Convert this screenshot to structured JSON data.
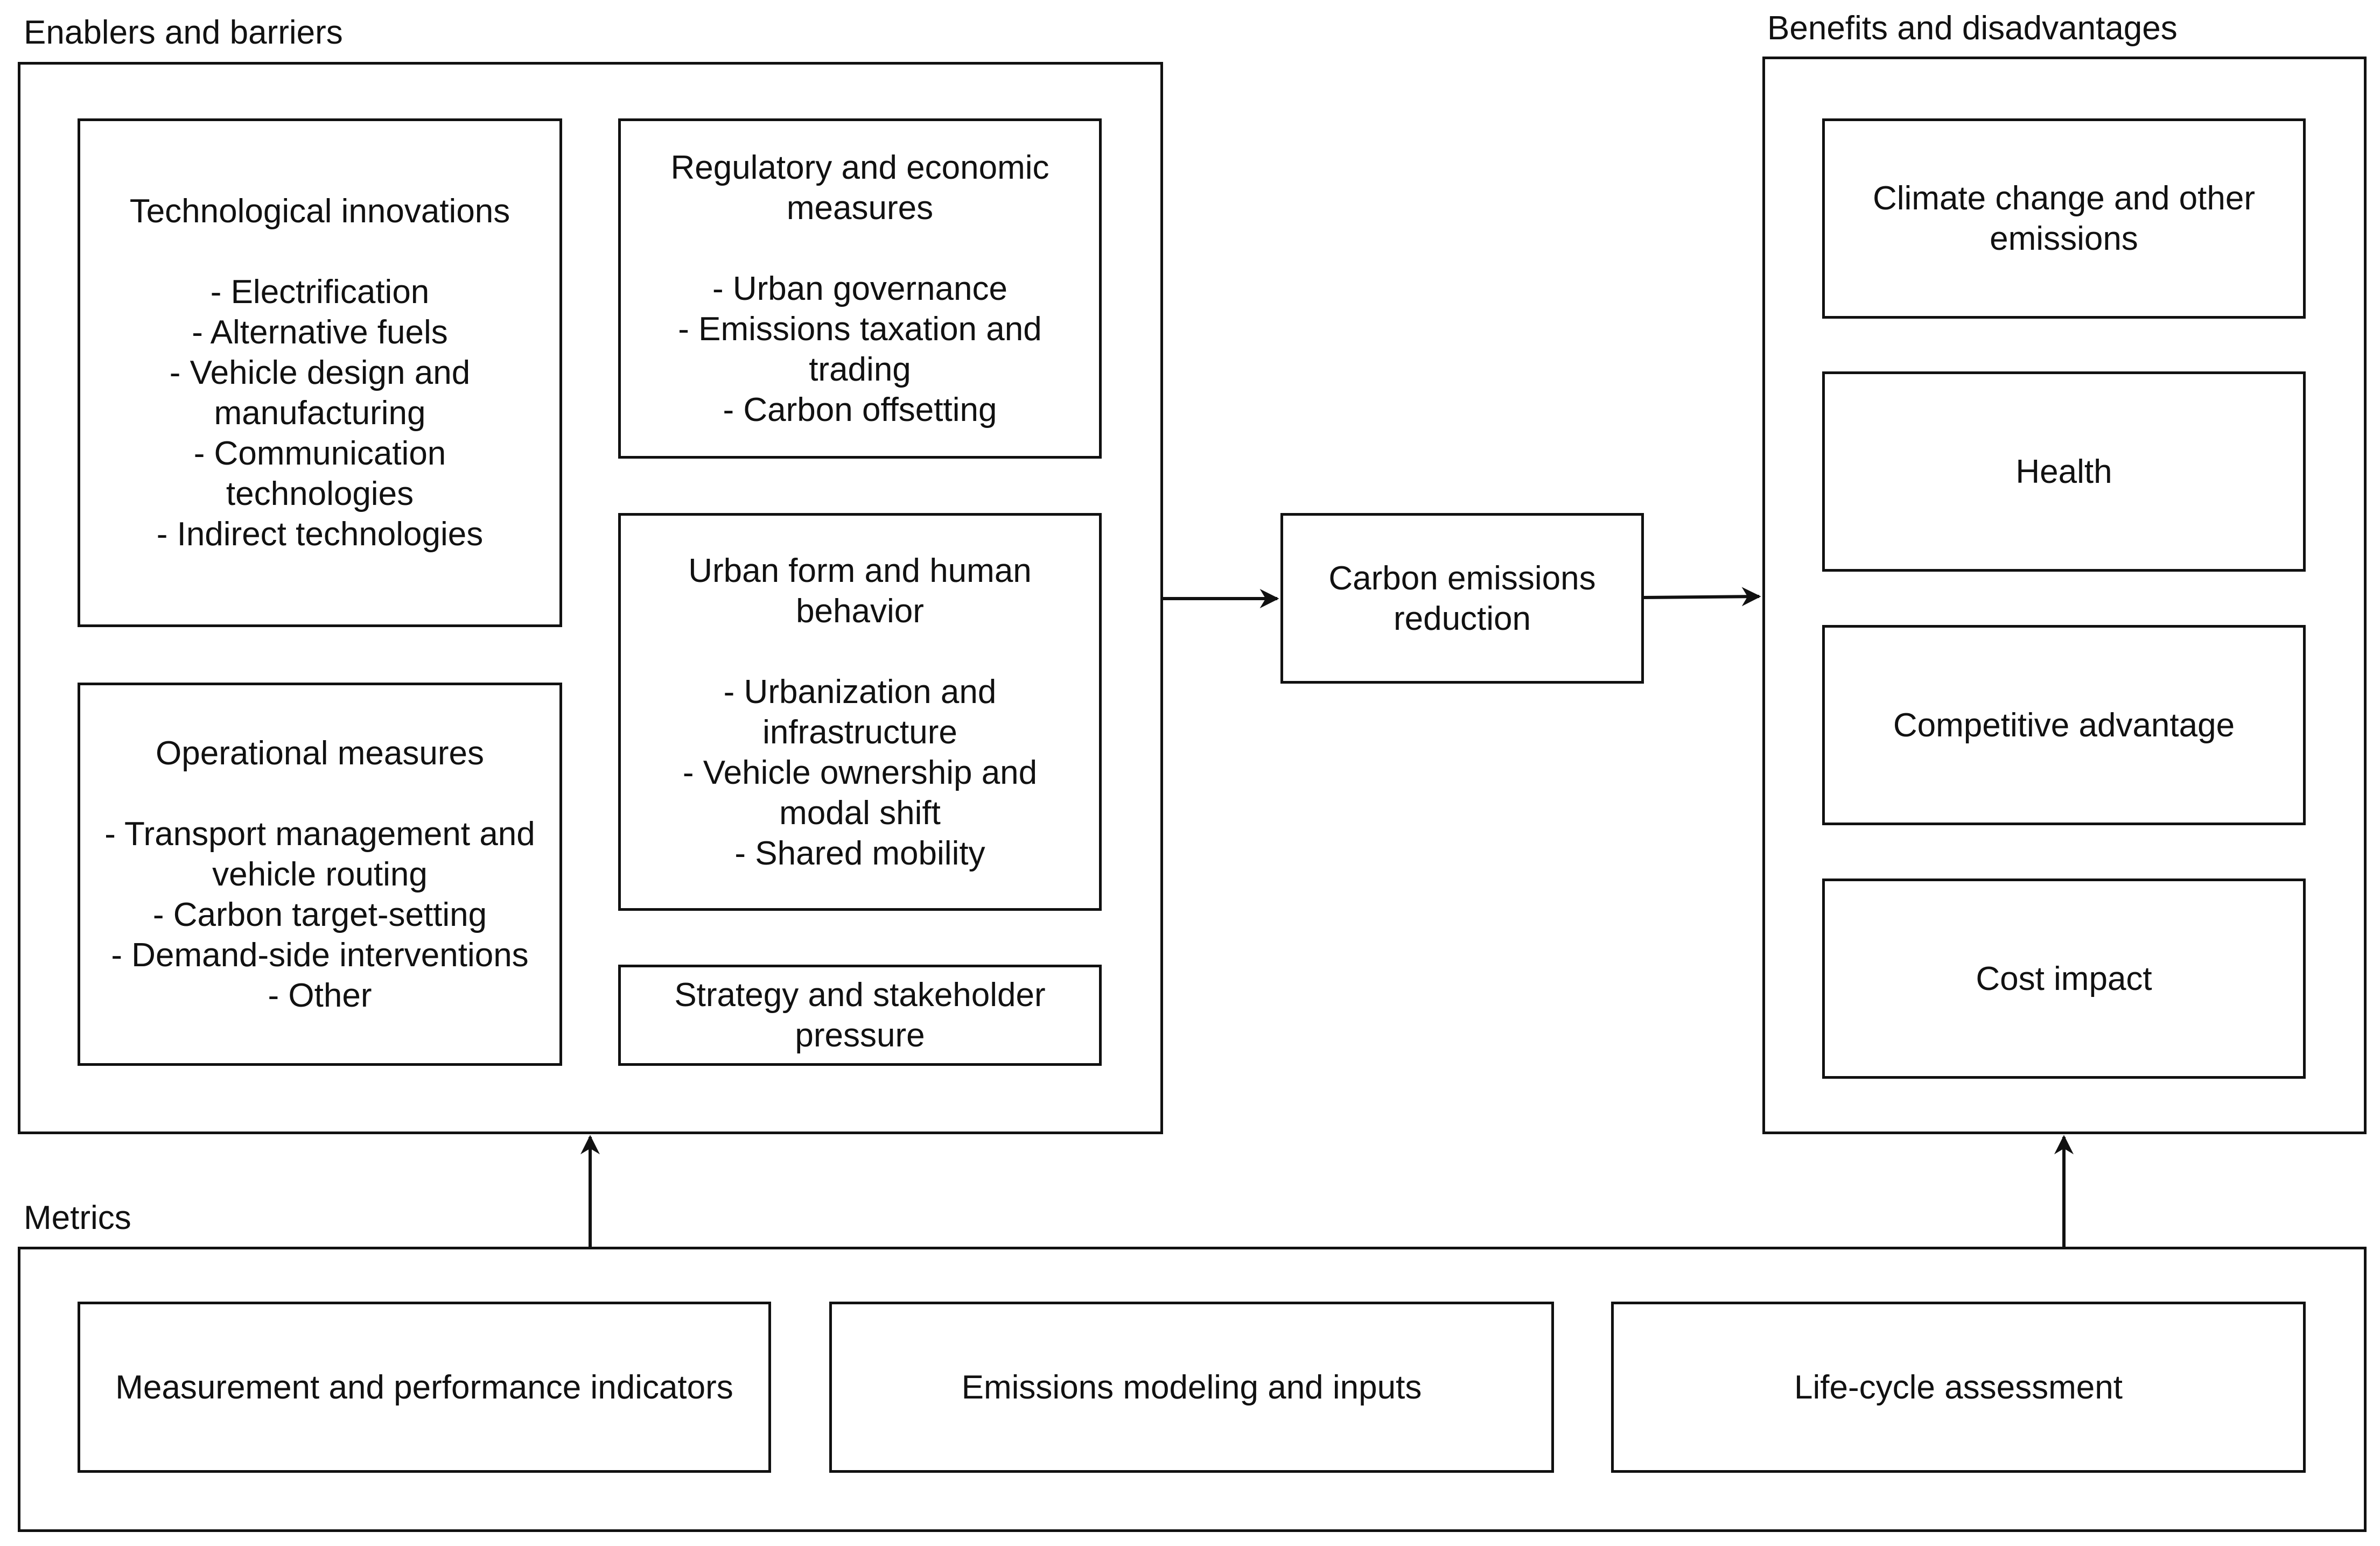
{
  "groups": {
    "enablers": {
      "title": "Enablers and barriers"
    },
    "benefits": {
      "title": "Benefits and disadvantages"
    },
    "metrics": {
      "title": "Metrics"
    }
  },
  "boxes": {
    "technological": {
      "title": "Technological innovations",
      "items": [
        "- Electrification",
        "- Alternative fuels",
        "- Vehicle design and",
        "manufacturing",
        "- Communication",
        "technologies",
        "- Indirect technologies"
      ]
    },
    "regulatory": {
      "title_lines": [
        "Regulatory and economic",
        "measures"
      ],
      "items": [
        "- Urban governance",
        "- Emissions taxation and",
        "trading",
        "- Carbon offsetting"
      ]
    },
    "operational": {
      "title": "Operational measures",
      "items": [
        "- Transport management and",
        "vehicle routing",
        "- Carbon target-setting",
        "- Demand-side interventions",
        "- Other"
      ]
    },
    "urban": {
      "title_lines": [
        "Urban form and human",
        "behavior"
      ],
      "items": [
        "- Urbanization and",
        "infrastructure",
        "- Vehicle ownership and",
        "modal shift",
        "- Shared mobility"
      ]
    },
    "strategy": {
      "lines": [
        "Strategy and stakeholder",
        "pressure"
      ]
    },
    "carbon": {
      "lines": [
        "Carbon emissions",
        "reduction"
      ]
    },
    "climate": {
      "lines": [
        "Climate change and other",
        "emissions"
      ]
    },
    "health": {
      "label": "Health"
    },
    "competitive": {
      "label": "Competitive advantage"
    },
    "cost": {
      "label": "Cost impact"
    },
    "measurement": {
      "label": "Measurement and performance indicators"
    },
    "modeling": {
      "label": "Emissions modeling and inputs"
    },
    "lifecycle": {
      "label": "Life-cycle assessment"
    }
  }
}
